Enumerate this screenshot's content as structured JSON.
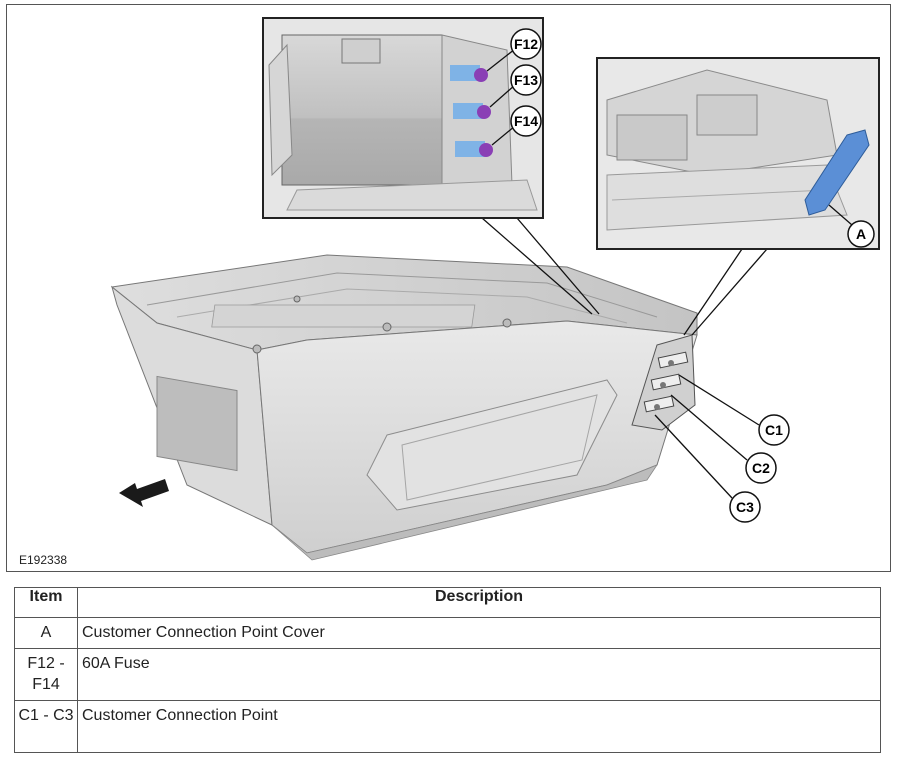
{
  "figure": {
    "id": "E192338",
    "callouts": {
      "f12": "F12",
      "f13": "F13",
      "f14": "F14",
      "a": "A",
      "c1": "C1",
      "c2": "C2",
      "c3": "C3"
    },
    "colors": {
      "fuse_blue": "#7fb3e6",
      "fuse_purple": "#8a3fb5",
      "cover_blue": "#5b8fd6"
    }
  },
  "legend": {
    "header_item": "Item",
    "header_description": "Description",
    "rows": [
      {
        "item": "A",
        "description": "Customer Connection Point Cover"
      },
      {
        "item": "F12 - F14",
        "description": "60A Fuse"
      },
      {
        "item": "C1 - C3",
        "description": "Customer Connection Point"
      }
    ]
  }
}
